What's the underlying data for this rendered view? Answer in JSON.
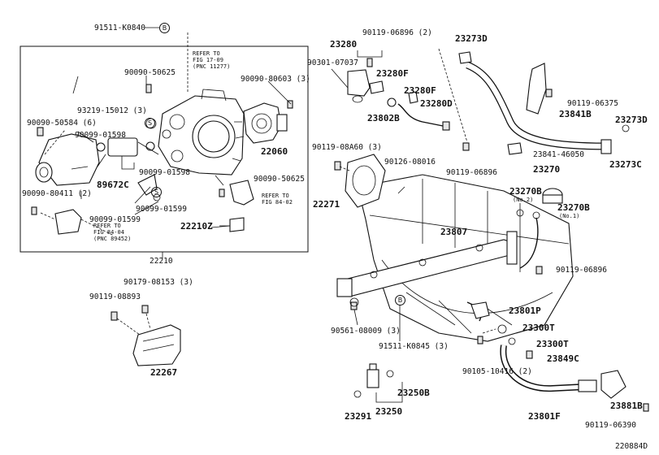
{
  "diagram_code": "220884D",
  "circle_letters": [
    "B",
    "S",
    "S",
    "B"
  ],
  "box": {
    "label": "22210",
    "refer1": [
      "REFER TO",
      "FIG 17-09",
      "(PNC 11277)"
    ],
    "refer2": [
      "REFER TO",
      "FIG 84-02"
    ],
    "refer3": [
      "REFER TO",
      "FIG 84-04",
      "(PNC 89452)"
    ]
  },
  "labels": {
    "p91511_K0840": "91511-K0840",
    "p90090_50625a": "90090-50625",
    "p90090_80603": "90090-80603 (3)",
    "p93219_15012": "93219-15012 (3)",
    "p90090_50584": "90090-50584 (6)",
    "p90099_01598a": "90099-01598",
    "p90099_01598b": "90099-01598",
    "p89672C": "89672C",
    "p22060": "22060",
    "p90090_80411": "90090-80411 (2)",
    "p90099_01599a": "90099-01599",
    "p90099_01599b": "90099-01599",
    "p90090_50625b": "90090-50625",
    "p22210Z": "22210Z",
    "p90179_08153": "90179-08153 (3)",
    "p90119_08893": "90119-08893",
    "p22267": "22267",
    "p23280": "23280",
    "p90119_06896a": "90119-06896 (2)",
    "p90301_07037": "90301-07037",
    "p23280F_a": "23280F",
    "p23280F_b": "23280F",
    "p23280D": "23280D",
    "p23802B": "23802B",
    "p90119_08A60": "90119-08A60 (3)",
    "p90126_08016": "90126-08016",
    "p90119_06896b": "90119-06896",
    "p22271": "22271",
    "p23273D_a": "23273D",
    "p90119_06375": "90119-06375",
    "p23841B": "23841B",
    "p23273D_b": "23273D",
    "p23841_46050": "23841-46050",
    "p23273C": "23273C",
    "p23270": "23270",
    "p23270B_a": "23270B",
    "no2": "(No.2)",
    "p23270B_b": "23270B",
    "no1": "(No.1)",
    "p23807": "23807",
    "p90119_06896c": "90119-06896",
    "p23801P": "23801P",
    "p23300T_a": "23300T",
    "p23300T_b": "23300T",
    "p23849C": "23849C",
    "p90561_08009": "90561-08009 (3)",
    "p91511_K0845": "91511-K0845 (3)",
    "p90105_10416": "90105-10416 (2)",
    "p23250B": "23250B",
    "p23291": "23291",
    "p23250": "23250",
    "p23801F": "23801F",
    "p23881B": "23881B",
    "p90119_06390": "90119-06390"
  }
}
